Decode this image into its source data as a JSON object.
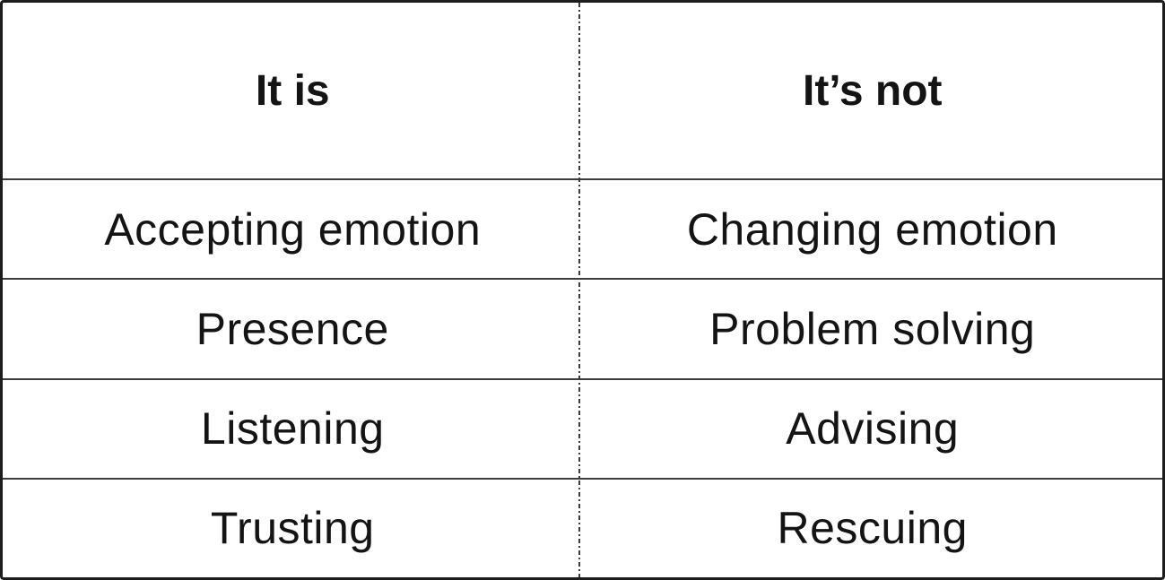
{
  "table": {
    "columns": [
      {
        "header": "It is"
      },
      {
        "header": "It’s not"
      }
    ],
    "rows": [
      {
        "it_is": "Accepting emotion",
        "its_not": "Changing emotion"
      },
      {
        "it_is": "Presence",
        "its_not": "Problem solving"
      },
      {
        "it_is": "Listening",
        "its_not": "Advising"
      },
      {
        "it_is": "Trusting",
        "its_not": "Rescuing"
      }
    ],
    "colors": {
      "border": "#1c1c1c",
      "row_line": "#3c3c3c",
      "divider": "#3a3a3a",
      "text": "#141414",
      "background": "#ffffff"
    }
  }
}
